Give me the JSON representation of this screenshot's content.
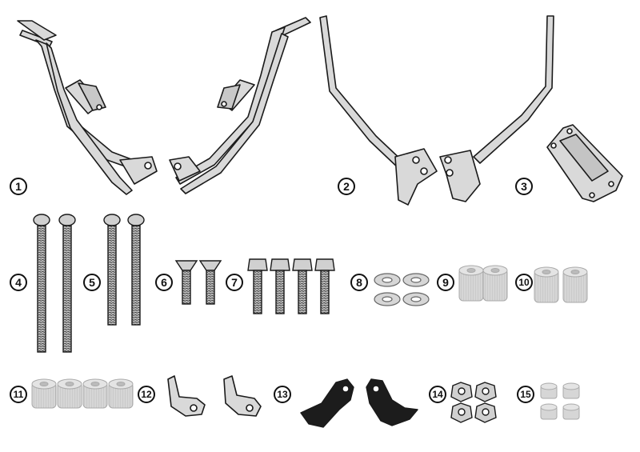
{
  "part_numbers": [
    "1",
    "2",
    "3",
    "4",
    "5",
    "6",
    "7",
    "8",
    "9",
    "10",
    "11",
    "12",
    "13",
    "14",
    "15"
  ],
  "colors": {
    "outline": "#1a1a1a",
    "metal_fill": "#d9d9d9",
    "bolt_fill": "#b0b0b0",
    "spacer_fill": "#d6d6d6",
    "bracket_dark": "#1c1c1c"
  },
  "icons": [
    "frame-arm-icon",
    "tube-bracket-icon",
    "plate-icon",
    "long-bolt-icon",
    "short-bolt-icon",
    "hex-bolt-icon",
    "washer-icon",
    "spacer-icon",
    "small-bracket-icon",
    "dark-bracket-icon",
    "nut-icon",
    "small-spacer-icon"
  ]
}
